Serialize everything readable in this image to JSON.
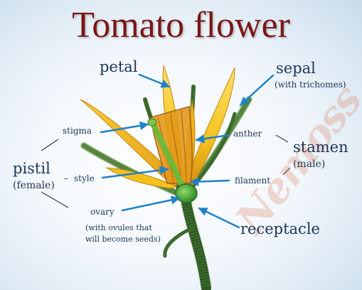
{
  "title": "Tomato flower",
  "watermark": "Nemoss",
  "labels": {
    "petal": "petal",
    "sepal": "sepal",
    "sepal_note": "(with trichomes)",
    "stigma": "stigma",
    "anther": "anther",
    "stamen": "stamen",
    "stamen_note": "(male)",
    "pistil": "pistil",
    "pistil_note": "(female)",
    "style": "style",
    "filament": "filament",
    "ovary": "ovary",
    "ovary_note_1": "(with ovules that",
    "ovary_note_2": "will become seeds)",
    "receptacle": "receptacle"
  },
  "colors": {
    "title": "#7a1717",
    "label_text": "#1c355a",
    "arrow": "#1f82c8",
    "leader_line": "#3a3a3a",
    "petal": "#f3c21f",
    "stem": "#3f6b2f",
    "ovary": "#4fae3c"
  }
}
